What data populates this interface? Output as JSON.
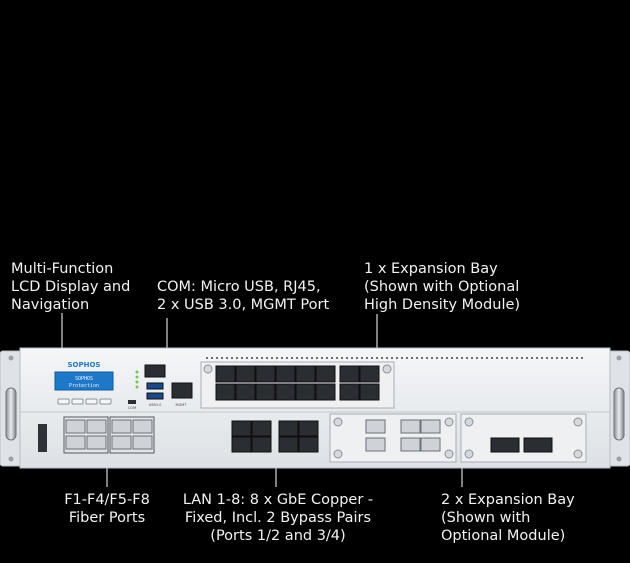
{
  "labels": {
    "lcd": "Multi-Function\nLCD Display and\nNavigation",
    "com": "COM: Micro USB, RJ45,\n2 x USB 3.0, MGMT Port",
    "bay1": "1 x Expansion Bay\n(Shown with Optional\nHigh Density Module)",
    "fiber": "F1-F4/F5-F8\nFiber Ports",
    "lan": "LAN 1-8: 8 x GbE Copper -\nFixed, Incl. 2 Bypass Pairs\n(Ports 1/2 and 3/4)",
    "bay2": "2 x Expansion Bay\n(Shown with\nOptional Module)"
  },
  "device": {
    "brand": "SOPHOS",
    "lcd_text": "SOPHOS\nProtection",
    "port_labels": {
      "com": "COM",
      "mgmt": "MGMT",
      "usb": "USB3.0"
    }
  },
  "colors": {
    "chassis": "#e6e9ec",
    "chassis_edge": "#c9cdd2",
    "lcd": "#1e78c8",
    "port": "#2a2d31"
  }
}
